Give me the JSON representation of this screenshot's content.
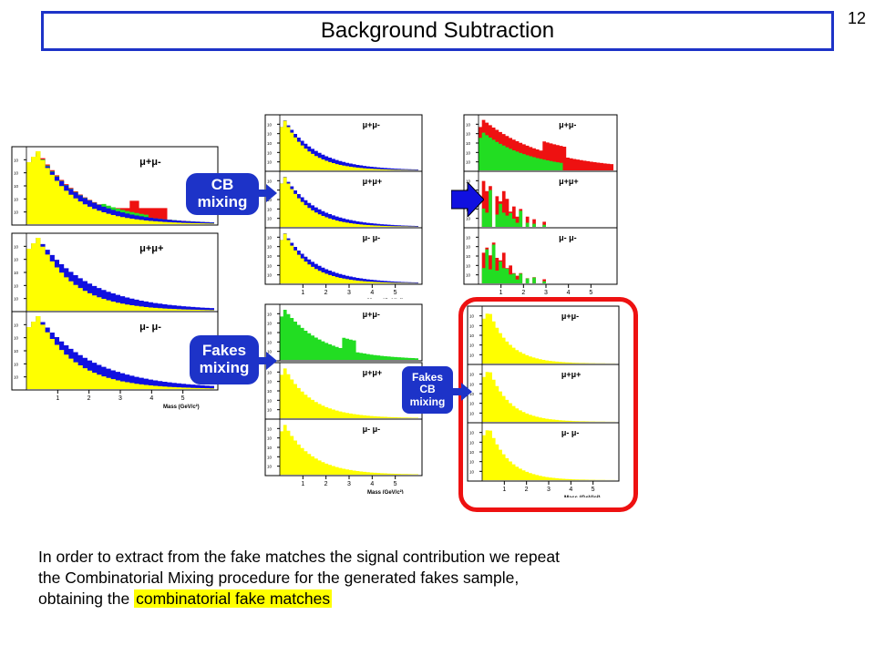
{
  "slide": {
    "title": "Background Subtraction",
    "page_number": "12"
  },
  "callouts": {
    "cb_mixing": {
      "line1": "CB",
      "line2": "mixing"
    },
    "fakes_mixing": {
      "line1": "Fakes",
      "line2": "mixing"
    },
    "fakes_cb_mixing": {
      "line1": "Fakes",
      "line2": "CB",
      "line3": "mixing"
    }
  },
  "plots": {
    "labels": {
      "pm": "μ+μ-",
      "pp": "μ+μ+",
      "mm": "μ- μ-"
    },
    "x_axis_title": "Mass (GeV/c²)",
    "x_ticks": [
      "1",
      "2",
      "3",
      "4",
      "5"
    ],
    "colors": {
      "yellow": "#ffff00",
      "blue": "#1010e0",
      "red": "#ee1111",
      "green": "#22dd22"
    }
  },
  "body": {
    "line1": "In order to extract from the fake matches the signal contribution we repeat",
    "line2": "the Combinatorial Mixing procedure for the generated fakes sample,",
    "line3_prefix": "obtaining the ",
    "line3_highlight": "combinatorial fake matches"
  }
}
